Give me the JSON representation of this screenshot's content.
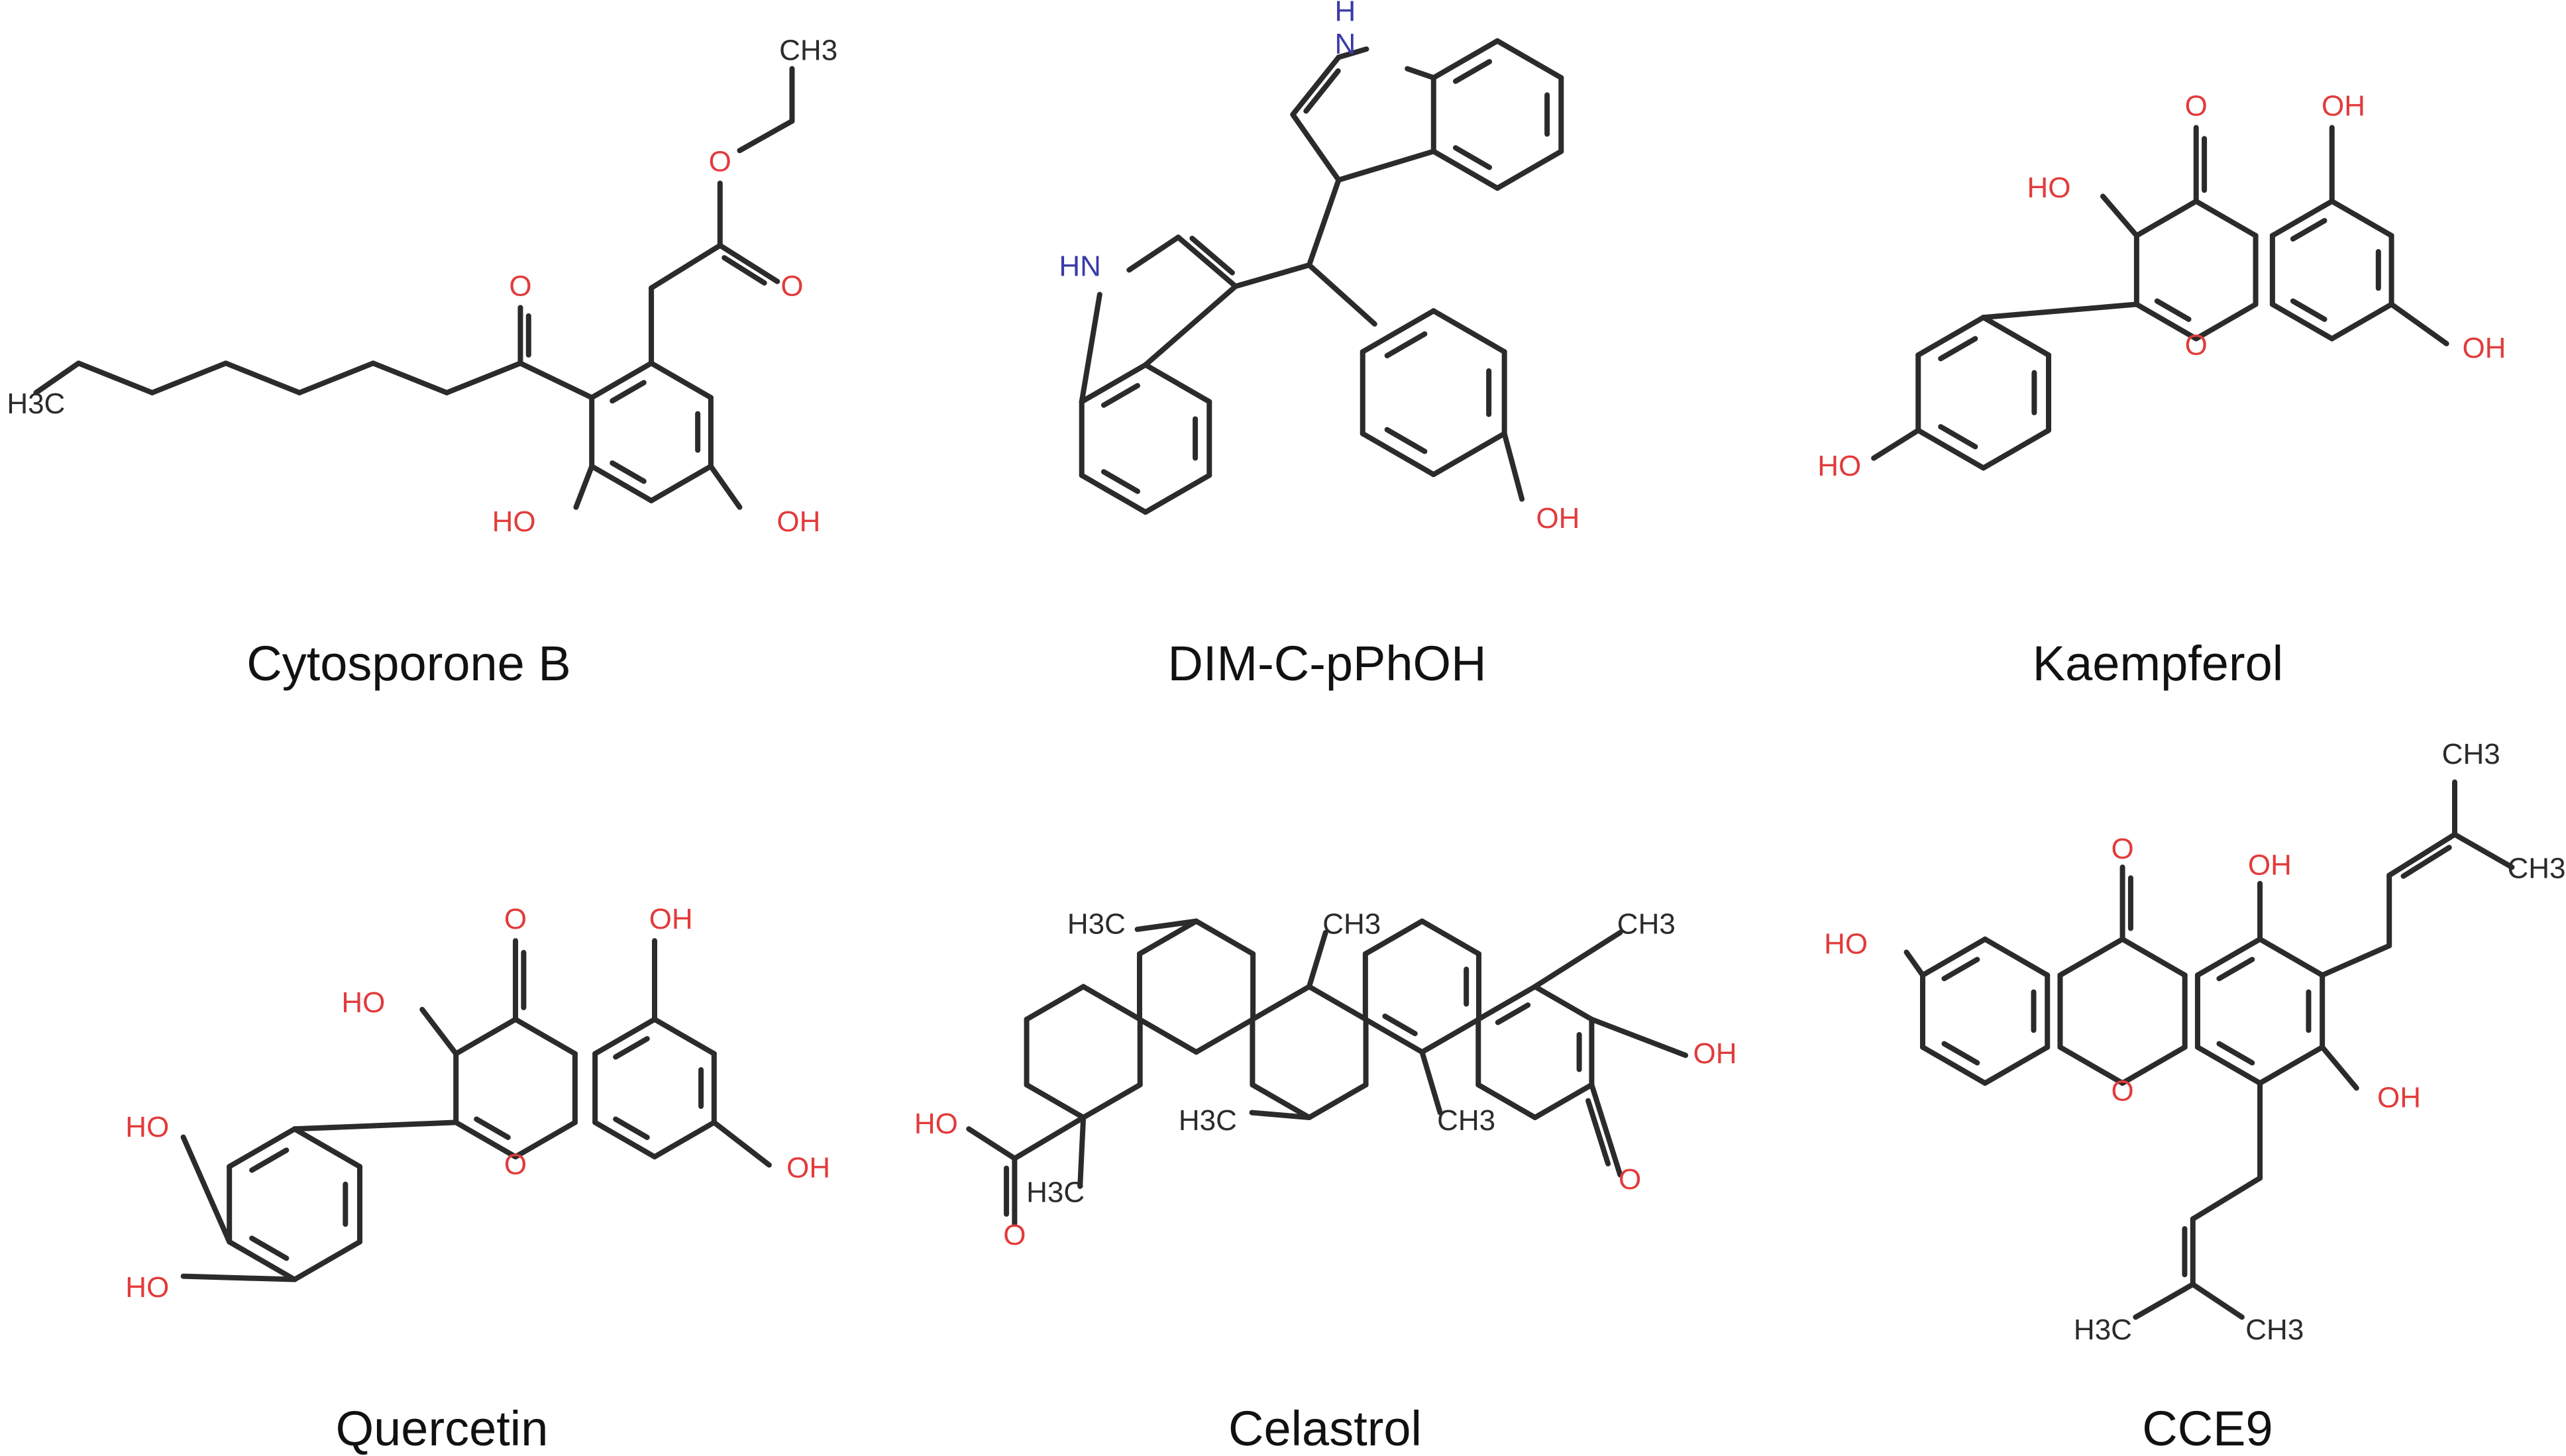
{
  "colors": {
    "bond": "#2b2b2b",
    "oxygen": "#e23b3b",
    "nitrogen": "#3a3aa8",
    "carbon": "#2b2b2b",
    "caption": "#111111"
  },
  "molecules": [
    {
      "id": "cytosporone-b",
      "name": "Cytosporone B",
      "atom_labels": [
        {
          "text": "CH3",
          "element": "C"
        },
        {
          "text": "O",
          "element": "O"
        },
        {
          "text": "O",
          "element": "O"
        },
        {
          "text": "O",
          "element": "O"
        },
        {
          "text": "H3C",
          "element": "C"
        },
        {
          "text": "HO",
          "element": "O"
        },
        {
          "text": "OH",
          "element": "O"
        }
      ]
    },
    {
      "id": "dim-c-pphoh",
      "name": "DIM-C-pPhOH",
      "atom_labels": [
        {
          "text": "H",
          "element": "N"
        },
        {
          "text": "N",
          "element": "N"
        },
        {
          "text": "HN",
          "element": "N"
        },
        {
          "text": "OH",
          "element": "O"
        }
      ]
    },
    {
      "id": "kaempferol",
      "name": "Kaempferol",
      "atom_labels": [
        {
          "text": "O",
          "element": "O"
        },
        {
          "text": "OH",
          "element": "O"
        },
        {
          "text": "HO",
          "element": "O"
        },
        {
          "text": "O",
          "element": "O"
        },
        {
          "text": "OH",
          "element": "O"
        },
        {
          "text": "HO",
          "element": "O"
        }
      ]
    },
    {
      "id": "quercetin",
      "name": "Quercetin",
      "atom_labels": [
        {
          "text": "O",
          "element": "O"
        },
        {
          "text": "OH",
          "element": "O"
        },
        {
          "text": "HO",
          "element": "O"
        },
        {
          "text": "HO",
          "element": "O"
        },
        {
          "text": "O",
          "element": "O"
        },
        {
          "text": "OH",
          "element": "O"
        },
        {
          "text": "HO",
          "element": "O"
        }
      ]
    },
    {
      "id": "celastrol",
      "name": "Celastrol",
      "atom_labels": [
        {
          "text": "H3C",
          "element": "C"
        },
        {
          "text": "CH3",
          "element": "C"
        },
        {
          "text": "CH3",
          "element": "C"
        },
        {
          "text": "OH",
          "element": "O"
        },
        {
          "text": "H3C",
          "element": "C"
        },
        {
          "text": "CH3",
          "element": "C"
        },
        {
          "text": "O",
          "element": "O"
        },
        {
          "text": "HO",
          "element": "O"
        },
        {
          "text": "H3C",
          "element": "C"
        },
        {
          "text": "O",
          "element": "O"
        }
      ]
    },
    {
      "id": "cce9",
      "name": "CCE9",
      "atom_labels": [
        {
          "text": "CH3",
          "element": "C"
        },
        {
          "text": "CH3",
          "element": "C"
        },
        {
          "text": "O",
          "element": "O"
        },
        {
          "text": "OH",
          "element": "O"
        },
        {
          "text": "HO",
          "element": "O"
        },
        {
          "text": "O",
          "element": "O"
        },
        {
          "text": "OH",
          "element": "O"
        },
        {
          "text": "H3C",
          "element": "C"
        },
        {
          "text": "CH3",
          "element": "C"
        }
      ]
    }
  ]
}
